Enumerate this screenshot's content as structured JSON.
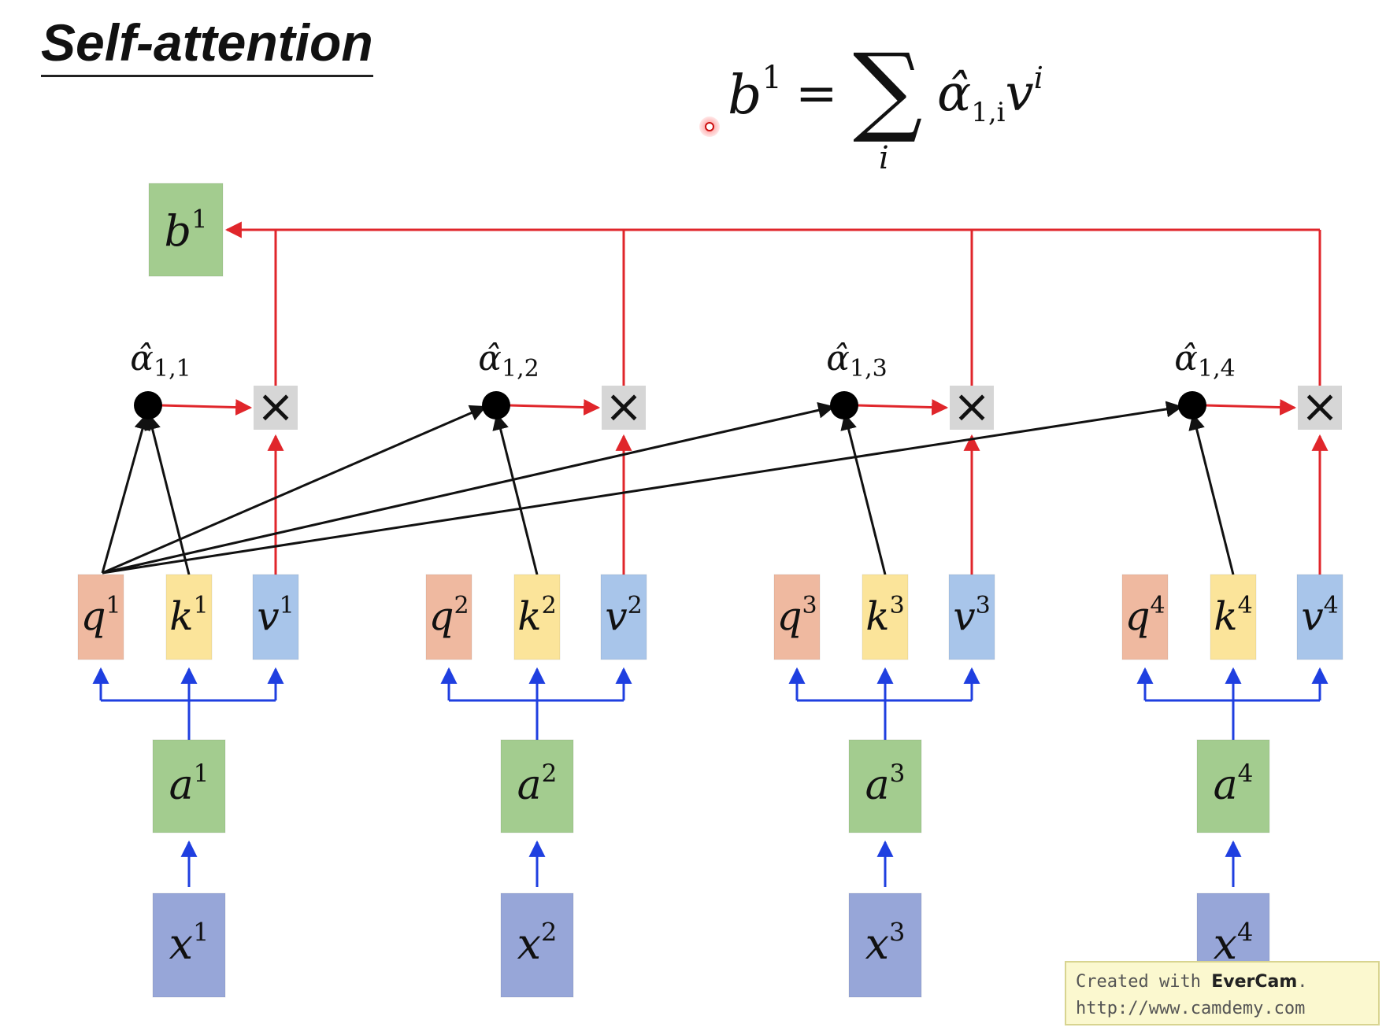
{
  "title": "Self-attention",
  "formula": {
    "lhs": "b",
    "lhs_sup": "1",
    "equals": "=",
    "sum_symbol": "∑",
    "sum_index": "i",
    "term_alpha": "α̂",
    "term_sub": "1,i",
    "term_v": "v",
    "term_sup": "i"
  },
  "output_node": {
    "label": "b",
    "sup": "1"
  },
  "columns": [
    {
      "x": "x",
      "a": "a",
      "q": "q",
      "k": "k",
      "v": "v",
      "sup": "1",
      "alpha_label": "α̂",
      "alpha_sub": "1,1"
    },
    {
      "x": "x",
      "a": "a",
      "q": "q",
      "k": "k",
      "v": "v",
      "sup": "2",
      "alpha_label": "α̂",
      "alpha_sub": "1,2"
    },
    {
      "x": "x",
      "a": "a",
      "q": "q",
      "k": "k",
      "v": "v",
      "sup": "3",
      "alpha_label": "α̂",
      "alpha_sub": "1,3"
    },
    {
      "x": "x",
      "a": "a",
      "q": "q",
      "k": "k",
      "v": "v",
      "sup": "4",
      "alpha_label": "α̂",
      "alpha_sub": "1,4"
    }
  ],
  "multiply_symbol": "×",
  "colors": {
    "q": "#efb9a0",
    "k": "#fbe49a",
    "v": "#a8c5ea",
    "a": "#a3cc8f",
    "x": "#97a6d8",
    "b": "#a3cc8f",
    "mult": "#d6d6d6",
    "red_arrow": "#e0262b",
    "blue_arrow": "#1f3fe0",
    "black_arrow": "#111111"
  },
  "watermark": {
    "line1_prefix": "Created with",
    "line1_brand": "EverCam",
    "line1_suffix": ".",
    "line2": "http://www.camdemy.com"
  }
}
